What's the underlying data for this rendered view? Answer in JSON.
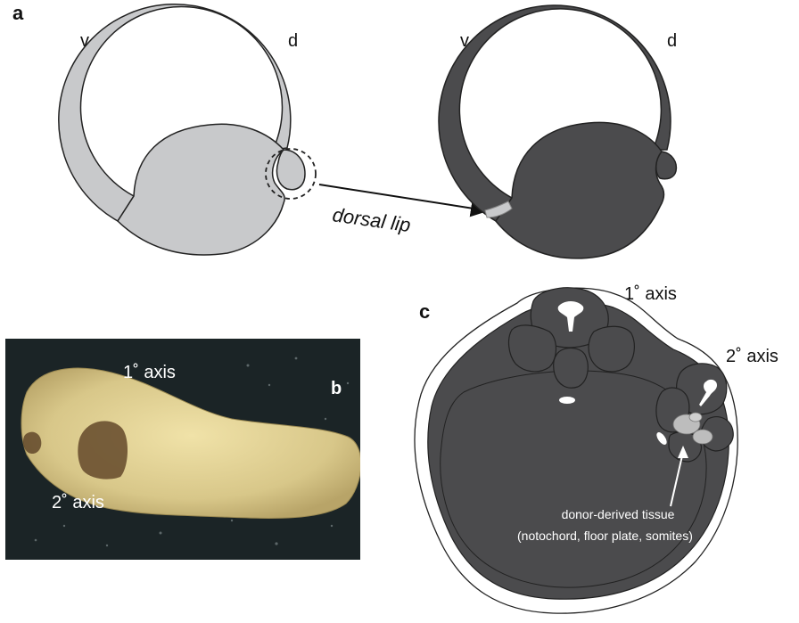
{
  "panels": {
    "a": {
      "label": "a",
      "left_ventral": "v",
      "left_dorsal": "d",
      "right_ventral": "v",
      "right_dorsal": "d",
      "arrow_label": "dorsal lip"
    },
    "b": {
      "label": "b",
      "primary_axis": "1˚ axis",
      "secondary_axis": "2˚ axis"
    },
    "c": {
      "label": "c",
      "primary_axis": "1˚ axis",
      "secondary_axis": "2˚ axis",
      "donor_line1": "donor-derived tissue",
      "donor_line2": "(notochord, floor plate, somites)"
    }
  },
  "colors": {
    "host_light": "#c8c9cb",
    "host_dark": "#4b4b4d",
    "donor_tissue": "#bdbdbd",
    "photo_background": "#1b2426",
    "embryo_tan": "#d9c98f"
  }
}
